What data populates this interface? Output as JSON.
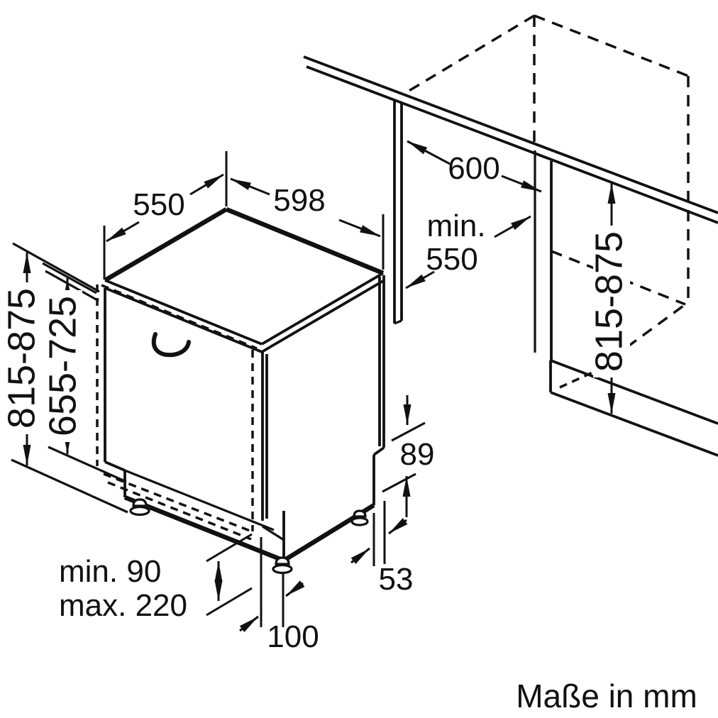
{
  "diagram": {
    "caption": "Maße in mm",
    "labels": {
      "top_depth": "550",
      "top_width": "598",
      "worktop_depth": "600",
      "niche_depth_min_label": "min.",
      "niche_depth_min_value": "550",
      "niche_height_right": "815-875",
      "appliance_height": "815-875",
      "door_panel_height": "655-725",
      "side_notch_height": "89",
      "rear_foot_offset": "53",
      "front_foot_offset": "100",
      "plinth_height_min": "min. 90",
      "plinth_height_max": "max. 220"
    }
  }
}
